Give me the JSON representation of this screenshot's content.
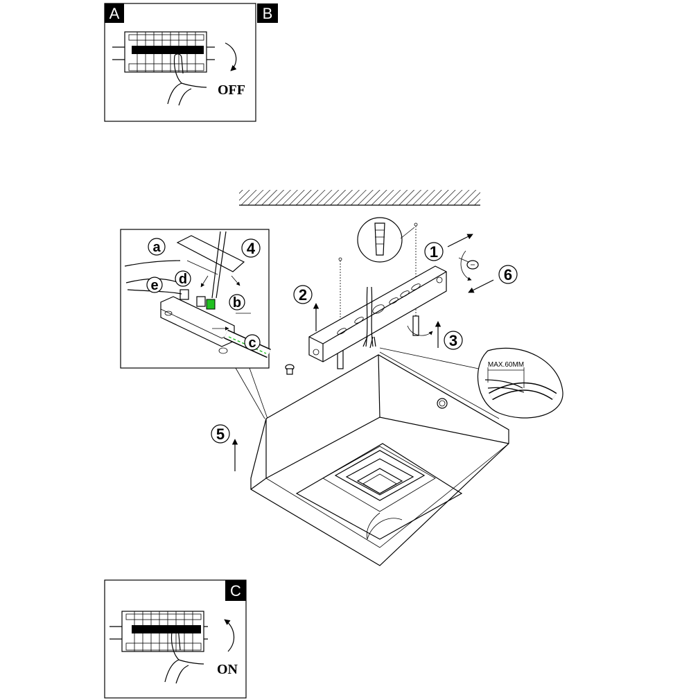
{
  "panels": {
    "switch_off": {
      "label_left": "A",
      "label_right": "B",
      "caption": "OFF"
    },
    "switch_on": {
      "label": "C",
      "caption": "ON"
    }
  },
  "steps": {
    "s1": "1",
    "s2": "2",
    "s3": "3",
    "s4": "4",
    "s5": "5",
    "s6": "6"
  },
  "detail": {
    "a": "a",
    "b": "b",
    "c": "c",
    "d": "d",
    "e": "e"
  },
  "cable": {
    "max_label": "MAX.60MM"
  },
  "colors": {
    "ink": "#000000",
    "earth_wire": "#22c022",
    "paper": "#ffffff"
  }
}
